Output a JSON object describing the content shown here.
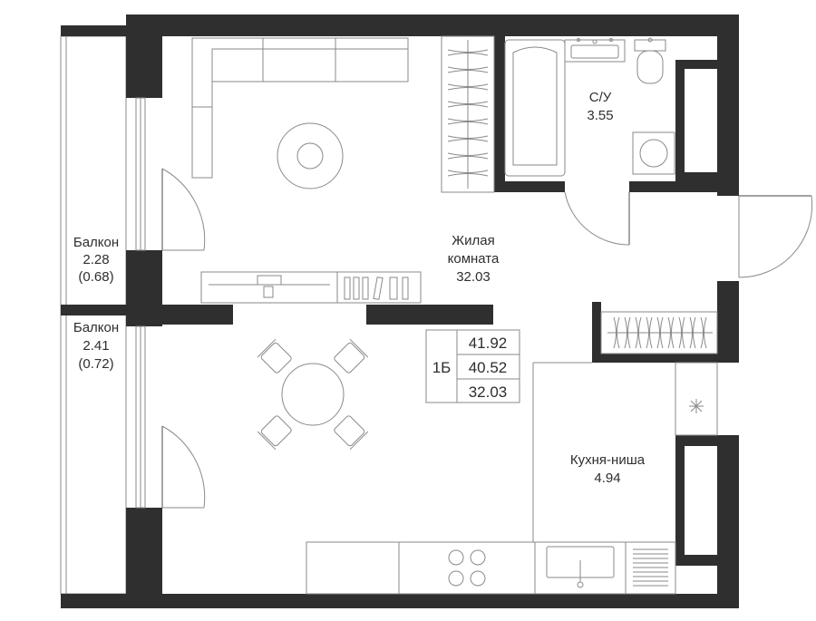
{
  "rooms": {
    "living": {
      "name_line1": "Жилая",
      "name_line2": "комната",
      "area": "32.03"
    },
    "bathroom": {
      "name": "С/У",
      "area": "3.55"
    },
    "kitchen": {
      "name": "Кухня-ниша",
      "area": "4.94"
    },
    "balcony_top": {
      "name": "Балкон",
      "area": "2.28",
      "reduced_area": "(0.68)"
    },
    "balcony_bottom": {
      "name": "Балкон",
      "area": "2.41",
      "reduced_area": "(0.72)"
    }
  },
  "summary": {
    "apartment_type": "1Б",
    "total_area": "41.92",
    "living_total": "40.52",
    "living_area": "32.03"
  },
  "colors": {
    "walls": "#2f2f2f",
    "lines": "#8a8a8a",
    "text": "#2e2e2e"
  }
}
